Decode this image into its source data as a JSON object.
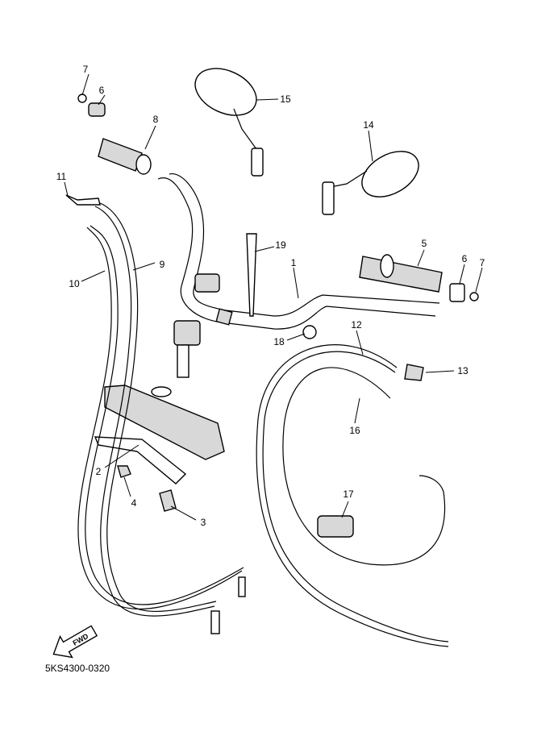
{
  "diagram_code": "5KS4300-0320",
  "fwd_label": "FWD",
  "callouts": {
    "c1": "1",
    "c2": "2",
    "c3": "3",
    "c4": "4",
    "c5": "5",
    "c6a": "6",
    "c6b": "6",
    "c7a": "7",
    "c7b": "7",
    "c8": "8",
    "c9": "9",
    "c10": "10",
    "c11": "11",
    "c12": "12",
    "c13": "13",
    "c14": "14",
    "c15": "15",
    "c16": "16",
    "c17": "17",
    "c18": "18",
    "c19": "19"
  }
}
